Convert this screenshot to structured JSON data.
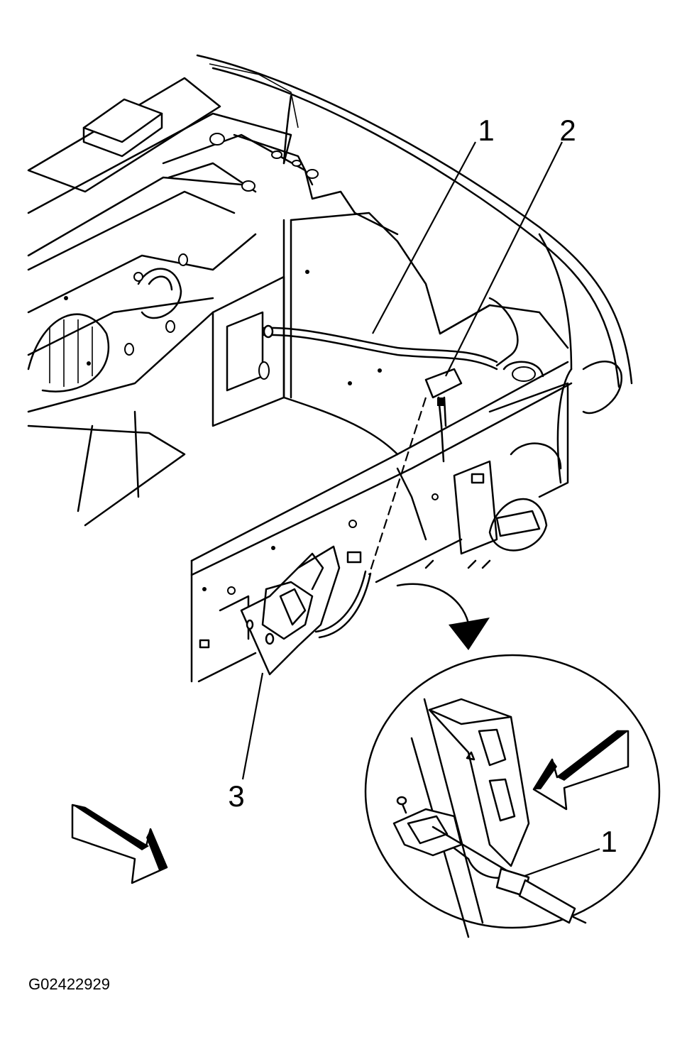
{
  "callouts": {
    "c1": "1",
    "c2": "2",
    "c3": "3",
    "detail_c1": "1"
  },
  "figure_id": "G02422929",
  "colors": {
    "ink": "#000000",
    "paper": "#ffffff"
  }
}
